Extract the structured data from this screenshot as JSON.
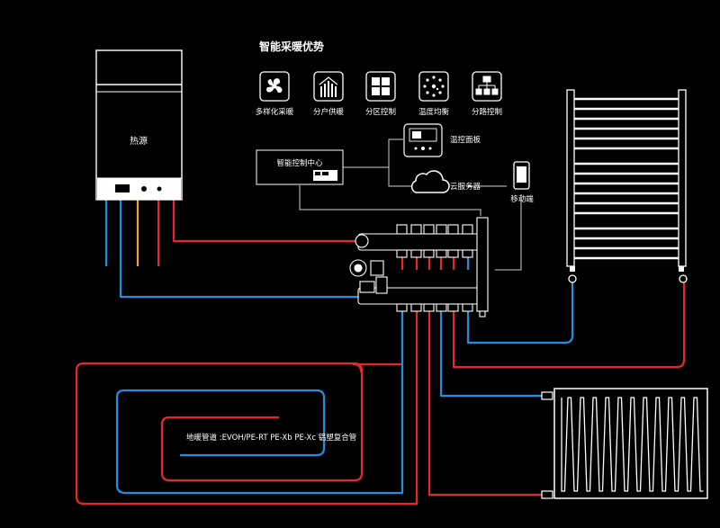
{
  "title": "智能采暖优势",
  "features": [
    {
      "label": "多样化采暖",
      "icon": "fan-icon"
    },
    {
      "label": "分户供暖",
      "icon": "house-bars-icon"
    },
    {
      "label": "分区控制",
      "icon": "grid-icon"
    },
    {
      "label": "温度均衡",
      "icon": "dots-circle-icon"
    },
    {
      "label": "分路控制",
      "icon": "tree-icon"
    }
  ],
  "heat_source_label": "热源",
  "control_center_label": "智能控制中心",
  "thermostat_label": "温控面板",
  "cloud_label": "云服务器",
  "mobile_label": "移动端",
  "floor_pipe_label": "地暖管道 :EVOH/PE-RT  PE-Xb  PE-Xc  铝塑复合管",
  "colors": {
    "supply": "#e8262b",
    "return": "#1f8fe0",
    "gas": "#f5a623",
    "line": "#ffffff",
    "background": "#000000"
  }
}
